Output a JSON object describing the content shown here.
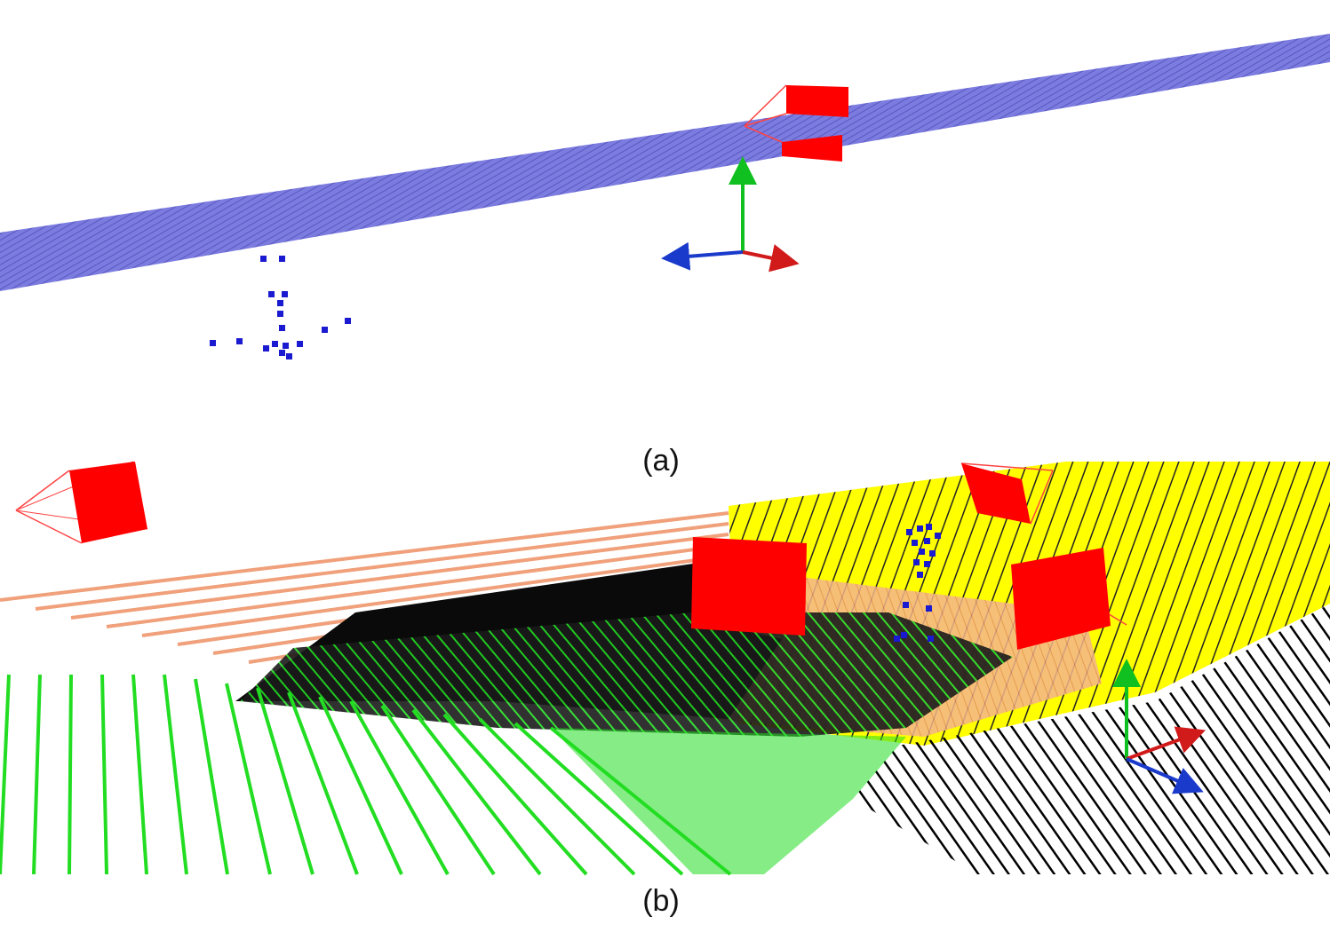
{
  "panels": [
    {
      "id": "a",
      "caption": "(a)"
    },
    {
      "id": "b",
      "caption": "(b)"
    }
  ],
  "colors": {
    "plane_a": "#6f6fd6",
    "camera": "#ff0000",
    "landmark": "#1a1ad0",
    "axis_x": "#d11a1a",
    "axis_y": "#10c020",
    "axis_z": "#1a3acc",
    "plane_green": "#22dd22",
    "plane_black": "#000000",
    "plane_salmon": "#f0a07a",
    "plane_yellow": "#ffff00"
  },
  "icons": {
    "camera": "camera-frustum-icon",
    "axes": "xyz-axes-icon",
    "landmark": "point-marker-icon"
  }
}
